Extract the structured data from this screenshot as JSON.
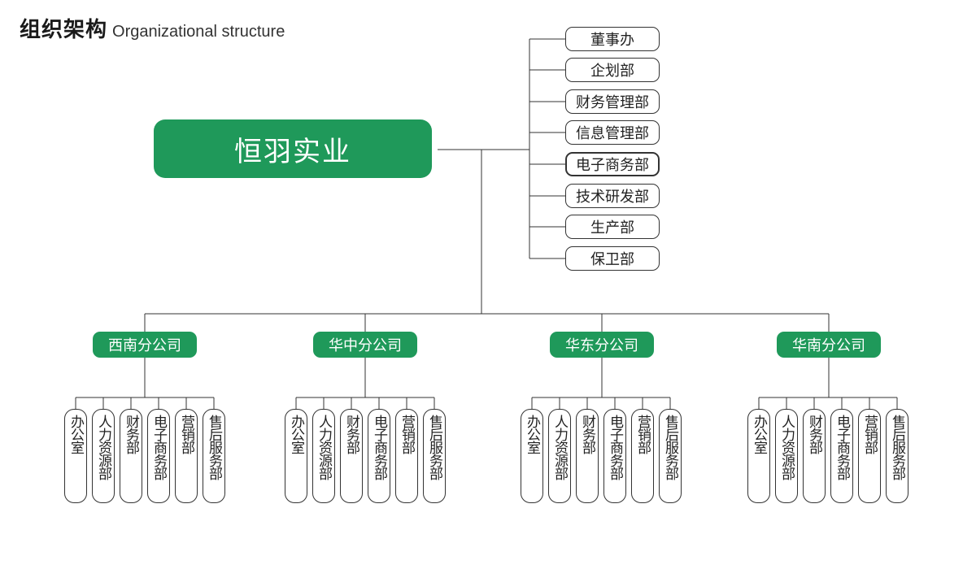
{
  "title": {
    "cn": "组织架构",
    "en": "Organizational structure"
  },
  "company": "恒羽实业",
  "departments": [
    "董事办",
    "企划部",
    "财务管理部",
    "信息管理部",
    "电子商务部",
    "技术研发部",
    "生产部",
    "保卫部"
  ],
  "branches": [
    {
      "name": "西南分公司",
      "subs": [
        "办公室",
        "人力资源部",
        "财务部",
        "电子商务部",
        "营销部",
        "售后服务部"
      ]
    },
    {
      "name": "华中分公司",
      "subs": [
        "办公室",
        "人力资源部",
        "财务部",
        "电子商务部",
        "营销部",
        "售后服务部"
      ]
    },
    {
      "name": "华东分公司",
      "subs": [
        "办公室",
        "人力资源部",
        "财务部",
        "电子商务部",
        "营销部",
        "售后服务部"
      ]
    },
    {
      "name": "华南分公司",
      "subs": [
        "办公室",
        "人力资源部",
        "财务部",
        "电子商务部",
        "营销部",
        "售后服务部"
      ]
    }
  ],
  "colors": {
    "accent": "#1f995a",
    "line": "#333333"
  }
}
